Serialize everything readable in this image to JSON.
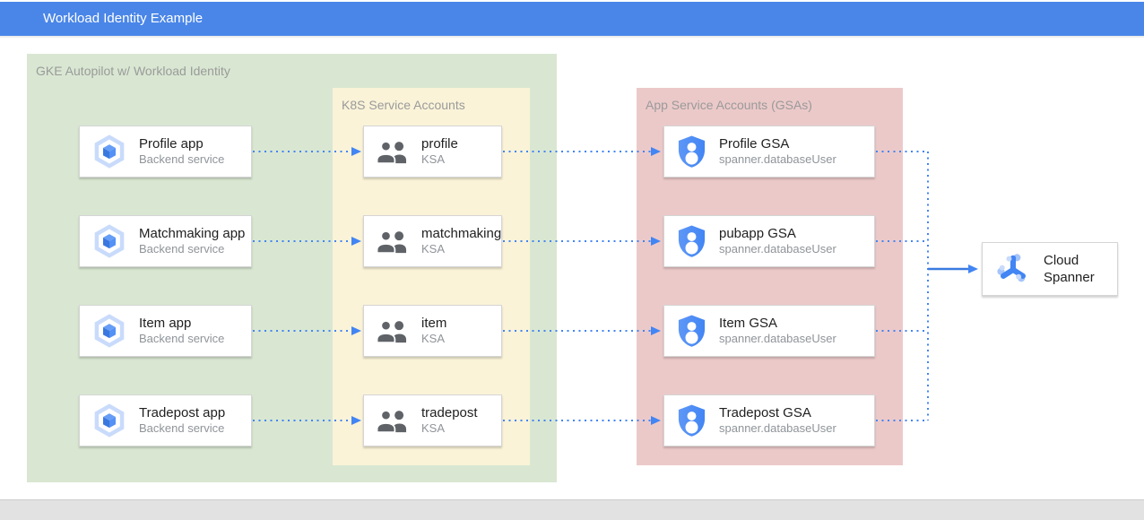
{
  "header": {
    "title": "Workload Identity Example"
  },
  "diagram": {
    "gke_container": {
      "label": "GKE Autopilot w/ Workload Identity"
    },
    "ksa_container": {
      "label": "K8S Service Accounts"
    },
    "gsa_container": {
      "label": "App Service Accounts (GSAs)"
    },
    "apps": [
      {
        "title": "Profile app",
        "subtitle": "Backend service"
      },
      {
        "title": "Matchmaking app",
        "subtitle": "Backend service"
      },
      {
        "title": "Item app",
        "subtitle": "Backend service"
      },
      {
        "title": "Tradepost app",
        "subtitle": "Backend service"
      }
    ],
    "ksas": [
      {
        "title": "profile",
        "subtitle": "KSA"
      },
      {
        "title": "matchmaking",
        "subtitle": "KSA"
      },
      {
        "title": "item",
        "subtitle": "KSA"
      },
      {
        "title": "tradepost",
        "subtitle": "KSA"
      }
    ],
    "gsas": [
      {
        "title": "Profile GSA",
        "subtitle": "spanner.databaseUser"
      },
      {
        "title": "pubapp GSA",
        "subtitle": "spanner.databaseUser"
      },
      {
        "title": "Item GSA",
        "subtitle": "spanner.databaseUser"
      },
      {
        "title": "Tradepost GSA",
        "subtitle": "spanner.databaseUser"
      }
    ],
    "spanner": {
      "line1": "Cloud",
      "line2": "Spanner"
    },
    "icons": {
      "app": "gke-hexagon-icon",
      "ksa": "people-group-icon",
      "gsa": "shield-person-icon",
      "spanner": "cloud-spanner-icon"
    }
  },
  "colors": {
    "header_blue": "#4a86e8",
    "arrow_blue": "#4285f4",
    "container_green": "#d9e7d2",
    "container_yellow": "#faf3d8",
    "container_pink": "#ecc9c9",
    "label_gray": "#9a9a9a",
    "bottom_strip_gray": "#e2e2e2"
  }
}
